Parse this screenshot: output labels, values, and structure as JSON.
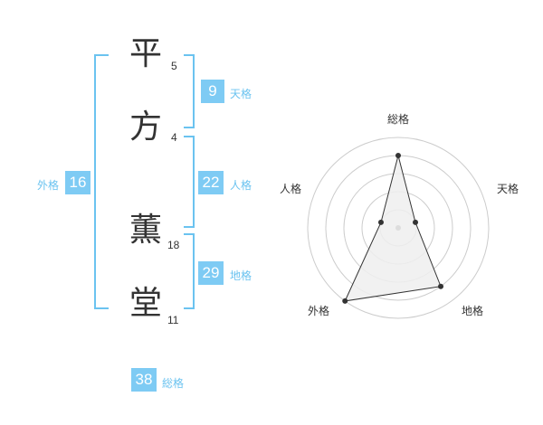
{
  "name_chars": [
    {
      "char": "平",
      "strokes": "5"
    },
    {
      "char": "方",
      "strokes": "4"
    },
    {
      "char": "薫",
      "strokes": "18"
    },
    {
      "char": "堂",
      "strokes": "11"
    }
  ],
  "fortune": {
    "tenkaku": {
      "value": "9",
      "label": "天格"
    },
    "jinkaku": {
      "value": "22",
      "label": "人格"
    },
    "chikaku": {
      "value": "29",
      "label": "地格"
    },
    "gaikaku": {
      "value": "16",
      "label": "外格"
    },
    "soukaku": {
      "value": "38",
      "label": "総格"
    }
  },
  "chart_data": {
    "type": "radar",
    "axes": [
      "総格",
      "天格",
      "地格",
      "外格",
      "人格"
    ],
    "values": [
      4,
      1,
      4,
      5,
      1
    ],
    "max": 5,
    "colors": {
      "fill": "#eeeeee",
      "line": "#333333",
      "grid": "#cccccc"
    }
  }
}
